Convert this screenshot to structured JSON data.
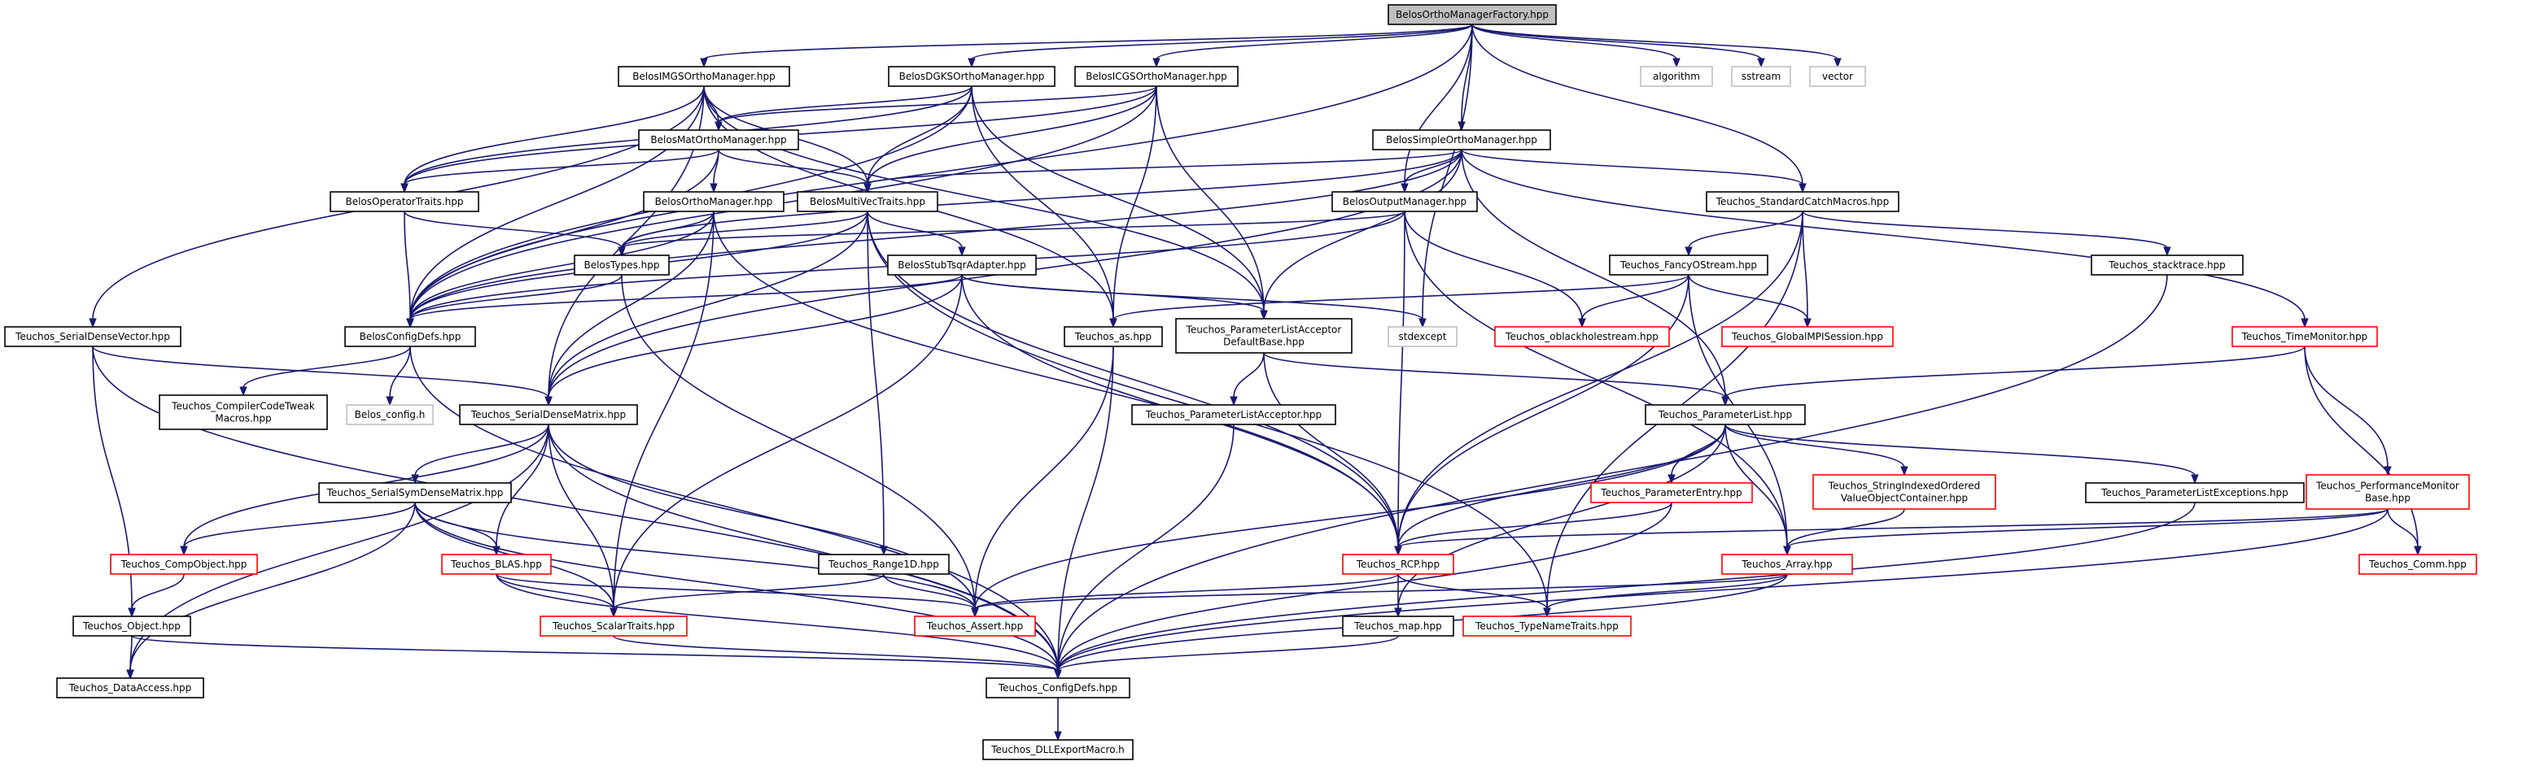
{
  "colors": {
    "edge": "#191970",
    "normal_border": "#000000",
    "red_border": "#ff0000",
    "plain_border": "#bfbfbf",
    "root_fill": "#bfbfbf",
    "node_fill": "#ffffff"
  },
  "graph": {
    "nodes": [
      {
        "id": "root",
        "style": "root",
        "lines": [
          "BelosOrthoManagerFactory.hpp"
        ]
      },
      {
        "id": "imgs",
        "style": "normal",
        "lines": [
          "BelosIMGSOrthoManager.hpp"
        ]
      },
      {
        "id": "dgks",
        "style": "normal",
        "lines": [
          "BelosDGKSOrthoManager.hpp"
        ]
      },
      {
        "id": "icgs",
        "style": "normal",
        "lines": [
          "BelosICGSOrthoManager.hpp"
        ]
      },
      {
        "id": "algorithm",
        "style": "plain",
        "lines": [
          "algorithm"
        ]
      },
      {
        "id": "sstream",
        "style": "plain",
        "lines": [
          "sstream"
        ]
      },
      {
        "id": "vector",
        "style": "plain",
        "lines": [
          "vector"
        ]
      },
      {
        "id": "matortho",
        "style": "normal",
        "lines": [
          "BelosMatOrthoManager.hpp"
        ]
      },
      {
        "id": "simple",
        "style": "normal",
        "lines": [
          "BelosSimpleOrthoManager.hpp"
        ]
      },
      {
        "id": "opTraits",
        "style": "normal",
        "lines": [
          "BelosOperatorTraits.hpp"
        ]
      },
      {
        "id": "orthoMgr",
        "style": "normal",
        "lines": [
          "BelosOrthoManager.hpp"
        ]
      },
      {
        "id": "multiVec",
        "style": "normal",
        "lines": [
          "BelosMultiVecTraits.hpp"
        ]
      },
      {
        "id": "output",
        "style": "normal",
        "lines": [
          "BelosOutputManager.hpp"
        ]
      },
      {
        "id": "catch",
        "style": "normal",
        "lines": [
          "Teuchos_StandardCatchMacros.hpp"
        ]
      },
      {
        "id": "types",
        "style": "normal",
        "lines": [
          "BelosTypes.hpp"
        ]
      },
      {
        "id": "stubTsqr",
        "style": "normal",
        "lines": [
          "BelosStubTsqrAdapter.hpp"
        ]
      },
      {
        "id": "fancy",
        "style": "normal",
        "lines": [
          "Teuchos_FancyOStream.hpp"
        ]
      },
      {
        "id": "stacktrace",
        "style": "normal",
        "lines": [
          "Teuchos_stacktrace.hpp"
        ]
      },
      {
        "id": "sdVector",
        "style": "normal",
        "lines": [
          "Teuchos_SerialDenseVector.hpp"
        ]
      },
      {
        "id": "configDefs",
        "style": "normal",
        "lines": [
          "BelosConfigDefs.hpp"
        ]
      },
      {
        "id": "as",
        "style": "normal",
        "lines": [
          "Teuchos_as.hpp"
        ]
      },
      {
        "id": "plaDefault",
        "style": "normal",
        "lines": [
          "Teuchos_ParameterListAcceptor",
          "DefaultBase.hpp"
        ]
      },
      {
        "id": "stdexcept",
        "style": "plain",
        "lines": [
          "stdexcept"
        ]
      },
      {
        "id": "oblackhole",
        "style": "red",
        "lines": [
          "Teuchos_oblackholestream.hpp"
        ]
      },
      {
        "id": "globalMPI",
        "style": "red",
        "lines": [
          "Teuchos_GlobalMPISession.hpp"
        ]
      },
      {
        "id": "timeMon",
        "style": "red",
        "lines": [
          "Teuchos_TimeMonitor.hpp"
        ]
      },
      {
        "id": "ccTweak",
        "style": "normal",
        "lines": [
          "Teuchos_CompilerCodeTweak",
          "Macros.hpp"
        ]
      },
      {
        "id": "belosConfigH",
        "style": "plain",
        "lines": [
          "Belos_config.h"
        ]
      },
      {
        "id": "sdMatrix",
        "style": "normal",
        "lines": [
          "Teuchos_SerialDenseMatrix.hpp"
        ]
      },
      {
        "id": "plAcceptor",
        "style": "normal",
        "lines": [
          "Teuchos_ParameterListAcceptor.hpp"
        ]
      },
      {
        "id": "paramList",
        "style": "normal",
        "lines": [
          "Teuchos_ParameterList.hpp"
        ]
      },
      {
        "id": "symDense",
        "style": "normal",
        "lines": [
          "Teuchos_SerialSymDenseMatrix.hpp"
        ]
      },
      {
        "id": "paramEntry",
        "style": "red",
        "lines": [
          "Teuchos_ParameterEntry.hpp"
        ]
      },
      {
        "id": "strIdx",
        "style": "red",
        "lines": [
          "Teuchos_StringIndexedOrdered",
          "ValueObjectContainer.hpp"
        ]
      },
      {
        "id": "plExceptions",
        "style": "normal",
        "lines": [
          "Teuchos_ParameterListExceptions.hpp"
        ]
      },
      {
        "id": "perfMon",
        "style": "red",
        "lines": [
          "Teuchos_PerformanceMonitor",
          "Base.hpp"
        ]
      },
      {
        "id": "compObject",
        "style": "red",
        "lines": [
          "Teuchos_CompObject.hpp"
        ]
      },
      {
        "id": "blas",
        "style": "red",
        "lines": [
          "Teuchos_BLAS.hpp"
        ]
      },
      {
        "id": "range1d",
        "style": "normal",
        "lines": [
          "Teuchos_Range1D.hpp"
        ]
      },
      {
        "id": "rcp",
        "style": "red",
        "lines": [
          "Teuchos_RCP.hpp"
        ]
      },
      {
        "id": "array",
        "style": "red",
        "lines": [
          "Teuchos_Array.hpp"
        ]
      },
      {
        "id": "comm",
        "style": "red",
        "lines": [
          "Teuchos_Comm.hpp"
        ]
      },
      {
        "id": "object",
        "style": "normal",
        "lines": [
          "Teuchos_Object.hpp"
        ]
      },
      {
        "id": "scalarTraits",
        "style": "red",
        "lines": [
          "Teuchos_ScalarTraits.hpp"
        ]
      },
      {
        "id": "assert",
        "style": "red",
        "lines": [
          "Teuchos_Assert.hpp"
        ]
      },
      {
        "id": "map",
        "style": "normal",
        "lines": [
          "Teuchos_map.hpp"
        ]
      },
      {
        "id": "typeName",
        "style": "red",
        "lines": [
          "Teuchos_TypeNameTraits.hpp"
        ]
      },
      {
        "id": "dataAccess",
        "style": "normal",
        "lines": [
          "Teuchos_DataAccess.hpp"
        ]
      },
      {
        "id": "teuchosConfig",
        "style": "normal",
        "lines": [
          "Teuchos_ConfigDefs.hpp"
        ]
      },
      {
        "id": "dllExport",
        "style": "normal",
        "lines": [
          "Teuchos_DLLExportMacro.h"
        ]
      }
    ],
    "edges": [
      [
        "root",
        "imgs"
      ],
      [
        "root",
        "dgks"
      ],
      [
        "root",
        "icgs"
      ],
      [
        "root",
        "algorithm"
      ],
      [
        "root",
        "sstream"
      ],
      [
        "root",
        "vector"
      ],
      [
        "root",
        "simple"
      ],
      [
        "root",
        "output"
      ],
      [
        "root",
        "catch"
      ],
      [
        "root",
        "stdexcept"
      ],
      [
        "root",
        "configDefs"
      ],
      [
        "imgs",
        "matortho"
      ],
      [
        "imgs",
        "multiVec"
      ],
      [
        "imgs",
        "opTraits"
      ],
      [
        "imgs",
        "configDefs"
      ],
      [
        "imgs",
        "as"
      ],
      [
        "imgs",
        "plaDefault"
      ],
      [
        "imgs",
        "sdVector"
      ],
      [
        "imgs",
        "sdMatrix"
      ],
      [
        "dgks",
        "matortho"
      ],
      [
        "dgks",
        "multiVec"
      ],
      [
        "dgks",
        "opTraits"
      ],
      [
        "dgks",
        "configDefs"
      ],
      [
        "dgks",
        "as"
      ],
      [
        "dgks",
        "plaDefault"
      ],
      [
        "icgs",
        "matortho"
      ],
      [
        "icgs",
        "multiVec"
      ],
      [
        "icgs",
        "opTraits"
      ],
      [
        "icgs",
        "configDefs"
      ],
      [
        "icgs",
        "as"
      ],
      [
        "icgs",
        "plaDefault"
      ],
      [
        "matortho",
        "orthoMgr"
      ],
      [
        "matortho",
        "multiVec"
      ],
      [
        "matortho",
        "opTraits"
      ],
      [
        "matortho",
        "configDefs"
      ],
      [
        "simple",
        "multiVec"
      ],
      [
        "simple",
        "output"
      ],
      [
        "simple",
        "catch"
      ],
      [
        "simple",
        "plaDefault"
      ],
      [
        "simple",
        "timeMon"
      ],
      [
        "simple",
        "configDefs"
      ],
      [
        "simple",
        "types"
      ],
      [
        "simple",
        "sdMatrix"
      ],
      [
        "simple",
        "paramList"
      ],
      [
        "opTraits",
        "types"
      ],
      [
        "opTraits",
        "configDefs"
      ],
      [
        "orthoMgr",
        "types"
      ],
      [
        "orthoMgr",
        "configDefs"
      ],
      [
        "orthoMgr",
        "sdMatrix"
      ],
      [
        "orthoMgr",
        "scalarTraits"
      ],
      [
        "orthoMgr",
        "rcp"
      ],
      [
        "multiVec",
        "types"
      ],
      [
        "multiVec",
        "configDefs"
      ],
      [
        "multiVec",
        "stubTsqr"
      ],
      [
        "multiVec",
        "range1d"
      ],
      [
        "multiVec",
        "sdMatrix"
      ],
      [
        "multiVec",
        "rcp"
      ],
      [
        "multiVec",
        "typeName"
      ],
      [
        "output",
        "types"
      ],
      [
        "output",
        "configDefs"
      ],
      [
        "output",
        "oblackhole"
      ],
      [
        "output",
        "rcp"
      ],
      [
        "output",
        "array"
      ],
      [
        "catch",
        "fancy"
      ],
      [
        "catch",
        "globalMPI"
      ],
      [
        "catch",
        "stacktrace"
      ],
      [
        "catch",
        "rcp"
      ],
      [
        "catch",
        "typeName"
      ],
      [
        "types",
        "configDefs"
      ],
      [
        "types",
        "assert"
      ],
      [
        "stubTsqr",
        "configDefs"
      ],
      [
        "stubTsqr",
        "plaDefault"
      ],
      [
        "stubTsqr",
        "sdMatrix"
      ],
      [
        "stubTsqr",
        "stdexcept"
      ],
      [
        "stubTsqr",
        "scalarTraits"
      ],
      [
        "stubTsqr",
        "rcp"
      ],
      [
        "fancy",
        "oblackhole"
      ],
      [
        "fancy",
        "globalMPI"
      ],
      [
        "fancy",
        "as"
      ],
      [
        "fancy",
        "rcp"
      ],
      [
        "fancy",
        "array"
      ],
      [
        "stacktrace",
        "teuchosConfig"
      ],
      [
        "sdVector",
        "sdMatrix"
      ],
      [
        "sdVector",
        "object"
      ],
      [
        "sdVector",
        "teuchosConfig"
      ],
      [
        "configDefs",
        "ccTweak"
      ],
      [
        "configDefs",
        "belosConfigH"
      ],
      [
        "configDefs",
        "teuchosConfig"
      ],
      [
        "as",
        "assert"
      ],
      [
        "as",
        "teuchosConfig"
      ],
      [
        "plaDefault",
        "plAcceptor"
      ],
      [
        "plaDefault",
        "paramList"
      ],
      [
        "plaDefault",
        "rcp"
      ],
      [
        "timeMon",
        "paramList"
      ],
      [
        "timeMon",
        "perfMon"
      ],
      [
        "timeMon",
        "comm"
      ],
      [
        "sdMatrix",
        "symDense"
      ],
      [
        "sdMatrix",
        "compObject"
      ],
      [
        "sdMatrix",
        "blas"
      ],
      [
        "sdMatrix",
        "scalarTraits"
      ],
      [
        "sdMatrix",
        "assert"
      ],
      [
        "sdMatrix",
        "dataAccess"
      ],
      [
        "sdMatrix",
        "teuchosConfig"
      ],
      [
        "plAcceptor",
        "teuchosConfig"
      ],
      [
        "paramList",
        "paramEntry"
      ],
      [
        "paramList",
        "strIdx"
      ],
      [
        "paramList",
        "plExceptions"
      ],
      [
        "paramList",
        "rcp"
      ],
      [
        "paramList",
        "array"
      ],
      [
        "paramList",
        "map"
      ],
      [
        "paramList",
        "assert"
      ],
      [
        "symDense",
        "compObject"
      ],
      [
        "symDense",
        "blas"
      ],
      [
        "symDense",
        "scalarTraits"
      ],
      [
        "symDense",
        "assert"
      ],
      [
        "symDense",
        "dataAccess"
      ],
      [
        "symDense",
        "teuchosConfig"
      ],
      [
        "paramEntry",
        "rcp"
      ],
      [
        "paramEntry",
        "teuchosConfig"
      ],
      [
        "strIdx",
        "array"
      ],
      [
        "plExceptions",
        "teuchosConfig"
      ],
      [
        "perfMon",
        "comm"
      ],
      [
        "perfMon",
        "rcp"
      ],
      [
        "perfMon",
        "array"
      ],
      [
        "perfMon",
        "teuchosConfig"
      ],
      [
        "compObject",
        "object"
      ],
      [
        "blas",
        "scalarTraits"
      ],
      [
        "blas",
        "assert"
      ],
      [
        "blas",
        "teuchosConfig"
      ],
      [
        "range1d",
        "scalarTraits"
      ],
      [
        "range1d",
        "assert"
      ],
      [
        "rcp",
        "assert"
      ],
      [
        "rcp",
        "map"
      ],
      [
        "rcp",
        "typeName"
      ],
      [
        "array",
        "assert"
      ],
      [
        "array",
        "typeName"
      ],
      [
        "array",
        "teuchosConfig"
      ],
      [
        "object",
        "dataAccess"
      ],
      [
        "object",
        "teuchosConfig"
      ],
      [
        "scalarTraits",
        "teuchosConfig"
      ],
      [
        "map",
        "teuchosConfig"
      ],
      [
        "teuchosConfig",
        "dllExport"
      ]
    ]
  }
}
